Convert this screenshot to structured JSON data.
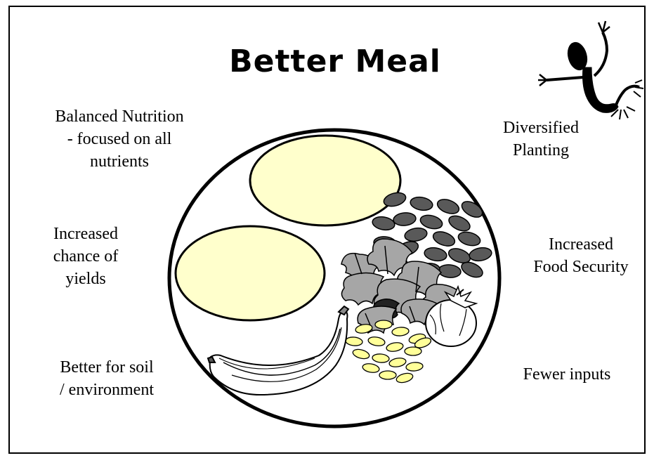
{
  "slide": {
    "title": "Better Meal",
    "labels": {
      "balanced_nutrition": "Balanced Nutrition\n- focused on all\nnutrients",
      "increased_chance": "Increased\nchance of\nyields",
      "better_soil": "Better for soil\n/ environment",
      "diversified": "Diversified\nPlanting",
      "food_security": "Increased\nFood Security",
      "fewer_inputs": "Fewer inputs"
    },
    "colors": {
      "tortilla_fill": "#ffffcc",
      "bean_fill": "#595959",
      "leaf_fill": "#a6a6a6",
      "corn_fill": "#ffff99",
      "outline": "#000000"
    },
    "icons": [
      "plate",
      "tortilla",
      "beans",
      "greens",
      "corn-kernels",
      "tomato",
      "banana",
      "dancing-figure"
    ]
  }
}
